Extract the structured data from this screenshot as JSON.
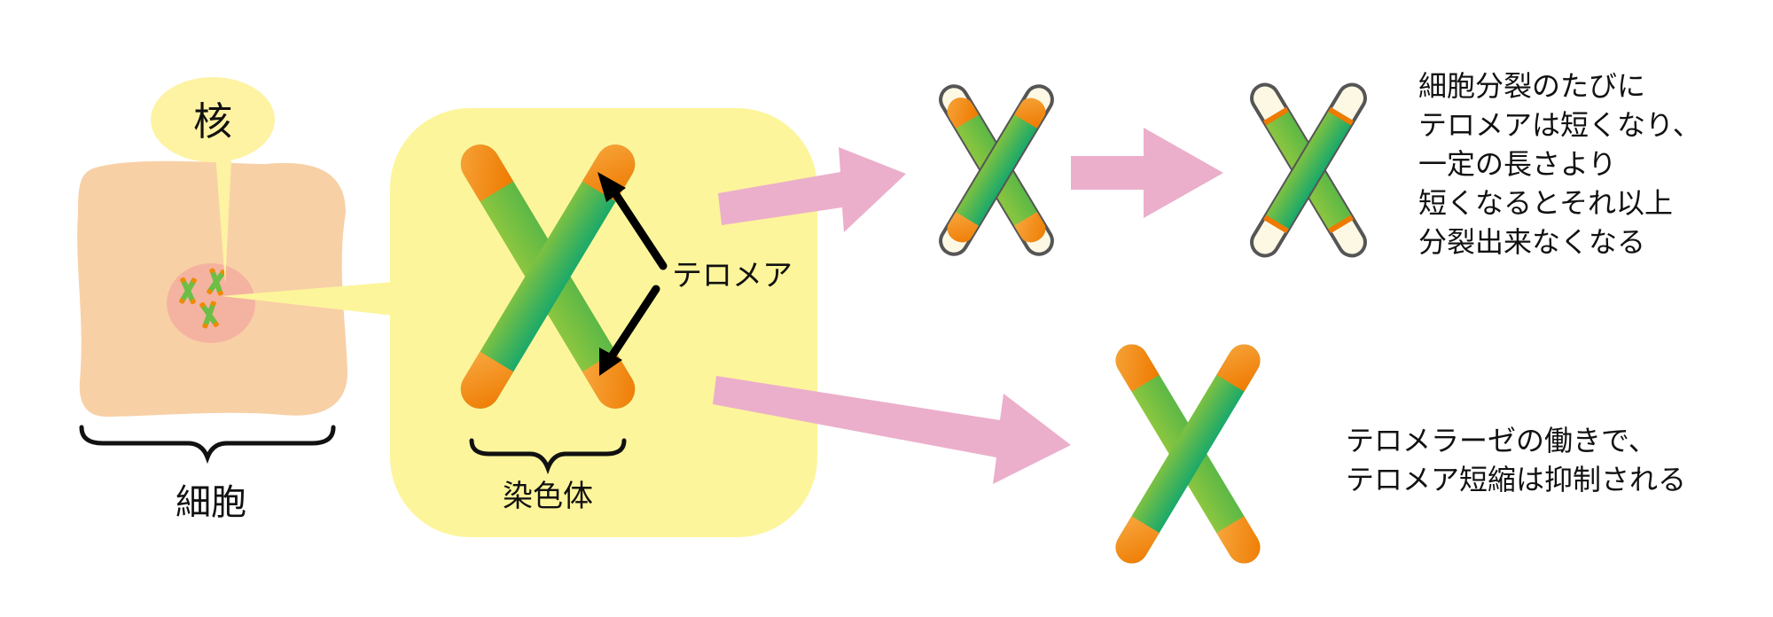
{
  "labels": {
    "nucleus": "核",
    "cell": "細胞",
    "chromosome": "染色体",
    "telomere": "テロメア"
  },
  "notes": {
    "shortening": [
      "細胞分裂のたびに",
      "テロメアは短くなり、",
      "一定の長さより",
      "短くなるとそれ以上",
      "分裂出来なくなる"
    ],
    "telomerase": [
      "テロメラーゼの働きで、",
      "テロメア短縮は抑制される"
    ]
  },
  "colors": {
    "cell": "#f8d0a6",
    "nucleus": "#f4b3a1",
    "nucleus_bubble": "#fdf3a3",
    "chromosome_panel": "#fdf59b",
    "arrow": "#ebafcb",
    "chromosome_green": "#6dbe45",
    "chromosome_teal": "#1aa96a",
    "telomere_orange": "#f08a00",
    "telomere_light": "#f7a53c",
    "eroded_cap": "#fdf8e4"
  }
}
